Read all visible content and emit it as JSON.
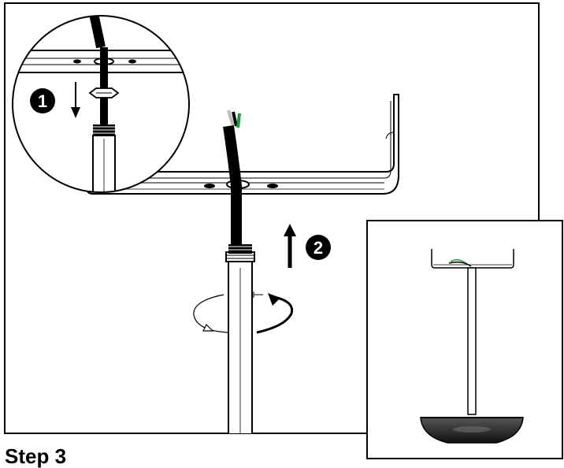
{
  "steps": {
    "one": "1",
    "two": "2"
  },
  "step_caption": "Step 3",
  "colors": {
    "ink": "#000000",
    "paper": "#ffffff",
    "wire_green": "#1f9a3a",
    "wire_white": "#d8d8d8",
    "fixture_dark": "#2a2a2a"
  }
}
